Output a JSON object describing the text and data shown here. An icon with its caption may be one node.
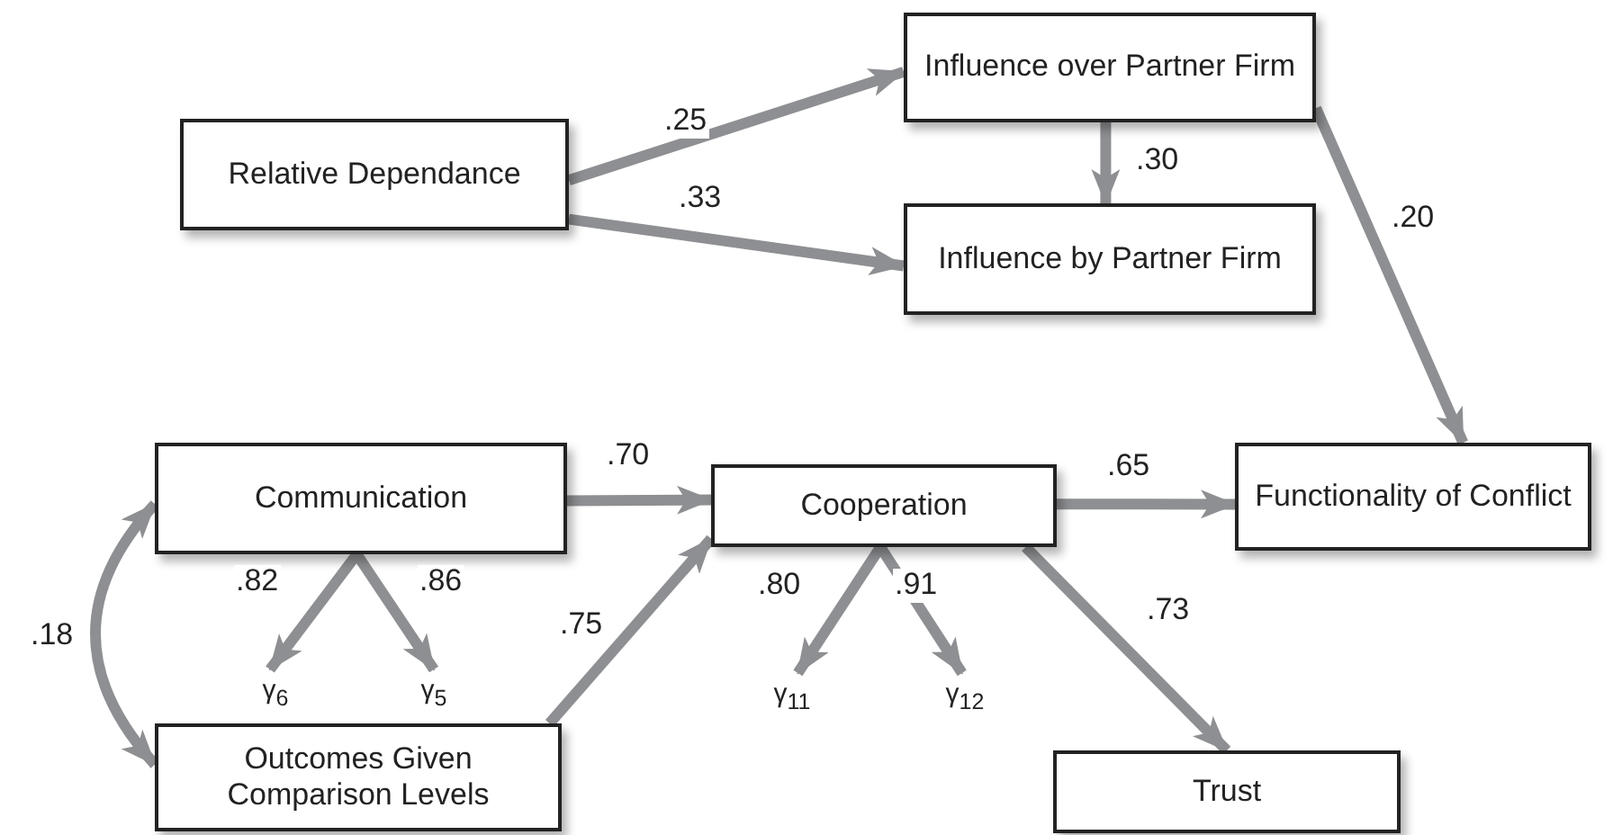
{
  "diagram": {
    "nodes": [
      {
        "text": [
          "Relative Dependance"
        ]
      },
      {
        "text": [
          "Influence over Partner Firm"
        ]
      },
      {
        "text": [
          "Influence by Partner Firm"
        ]
      },
      {
        "text": [
          "Functionality of Conflict"
        ]
      },
      {
        "text": [
          "Communication"
        ]
      },
      {
        "text": [
          "Cooperation"
        ]
      },
      {
        "text": [
          "Outcomes Given Comparison Levels"
        ]
      },
      {
        "text": [
          "Trust"
        ]
      },
      {
        "text": [
          "γ$_{6}$"
        ]
      },
      {
        "text": [
          "γ$_{5}$"
        ]
      },
      {
        "text": [
          "γ$_{11}$"
        ]
      },
      {
        "text": [
          "γ$_{12}$"
        ]
      }
    ],
    "edges": [
      {
        "from": 0,
        "to": 1,
        "arrow": "to",
        "label": ".25"
      },
      {
        "from": 0,
        "to": 2,
        "arrow": "to",
        "label": ".33"
      },
      {
        "from": 1,
        "to": 2,
        "arrow": "to",
        "label": ".30"
      },
      {
        "from": 1,
        "to": 3,
        "arrow": "to",
        "label": ".20"
      },
      {
        "from": 4,
        "to": 5,
        "arrow": "to",
        "label": ".70"
      },
      {
        "from": 4,
        "to": 8,
        "arrow": "to",
        "label": ".82"
      },
      {
        "from": 4,
        "to": 9,
        "arrow": "to",
        "label": ".86"
      },
      {
        "from": 6,
        "to": 5,
        "arrow": "to",
        "label": ".75"
      },
      {
        "from": 5,
        "to": 10,
        "arrow": "to",
        "label": ".80"
      },
      {
        "from": 5,
        "to": 11,
        "arrow": "to",
        "label": ".91"
      },
      {
        "from": 5,
        "to": 3,
        "arrow": "to",
        "label": ".65"
      },
      {
        "from": 5,
        "to": 7,
        "arrow": "to",
        "label": ".73"
      },
      {
        "from": 4,
        "to": 6,
        "arrow": "both",
        "label": ".18"
      }
    ]
  }
}
